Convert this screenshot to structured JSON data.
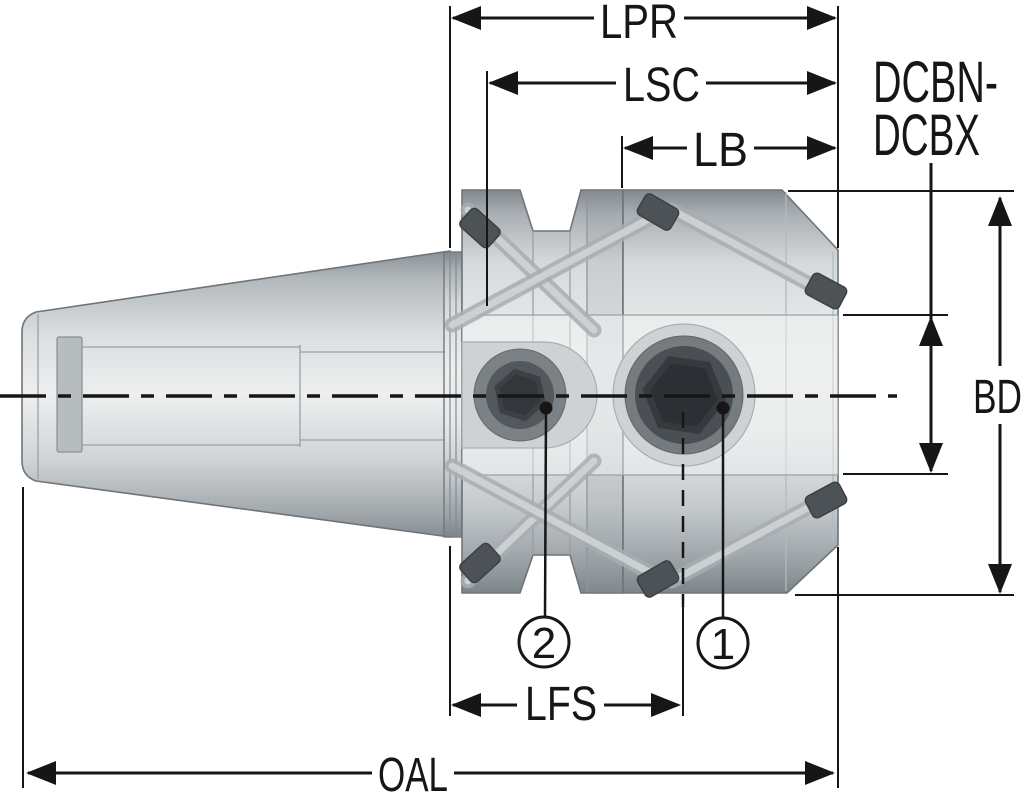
{
  "drawing": {
    "type": "technical dimension diagram",
    "subject": "tool holder (tapered shank with flange and clamp-screw body), side view",
    "labels": {
      "lpr": "LPR",
      "lsc": "LSC",
      "lb": "LB",
      "dcbn_line1": "DCBN-",
      "dcbn_line2": "DCBX",
      "bd": "BD",
      "lfs": "LFS",
      "oal": "OAL"
    },
    "callouts": {
      "one": "1",
      "two": "2"
    },
    "colors": {
      "line": "#161616",
      "metal_light": "#eef0f0",
      "metal_mid": "#c9cdd0",
      "metal_dark": "#82898e",
      "screw_cap": "#4d5256",
      "screw_socket": "#35393d",
      "background": "#ffffff"
    }
  }
}
